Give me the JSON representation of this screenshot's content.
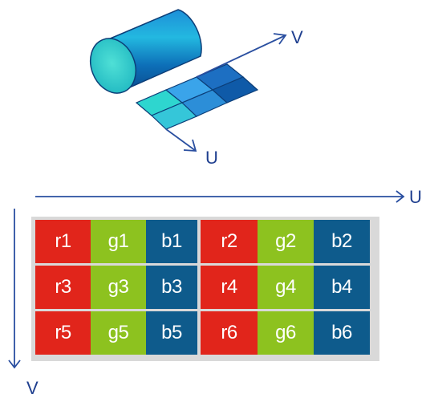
{
  "texture": {
    "axis_u": "U",
    "axis_v": "V"
  },
  "pixel_layout": {
    "axis_u": "U",
    "axis_v": "V",
    "rows": [
      [
        {
          "label": "r1",
          "channel": "red"
        },
        {
          "label": "g1",
          "channel": "green"
        },
        {
          "label": "b1",
          "channel": "blue"
        },
        {
          "label": "r2",
          "channel": "red"
        },
        {
          "label": "g2",
          "channel": "green"
        },
        {
          "label": "b2",
          "channel": "blue"
        }
      ],
      [
        {
          "label": "r3",
          "channel": "red"
        },
        {
          "label": "g3",
          "channel": "green"
        },
        {
          "label": "b3",
          "channel": "blue"
        },
        {
          "label": "r4",
          "channel": "red"
        },
        {
          "label": "g4",
          "channel": "green"
        },
        {
          "label": "b4",
          "channel": "blue"
        }
      ],
      [
        {
          "label": "r5",
          "channel": "red"
        },
        {
          "label": "g5",
          "channel": "green"
        },
        {
          "label": "b5",
          "channel": "blue"
        },
        {
          "label": "r6",
          "channel": "red"
        },
        {
          "label": "g6",
          "channel": "green"
        },
        {
          "label": "b6",
          "channel": "blue"
        }
      ]
    ]
  },
  "colors": {
    "red": "#e1251b",
    "green": "#8dc21f",
    "blue": "#0e5b8c",
    "arrow": "#2a4fa0"
  }
}
